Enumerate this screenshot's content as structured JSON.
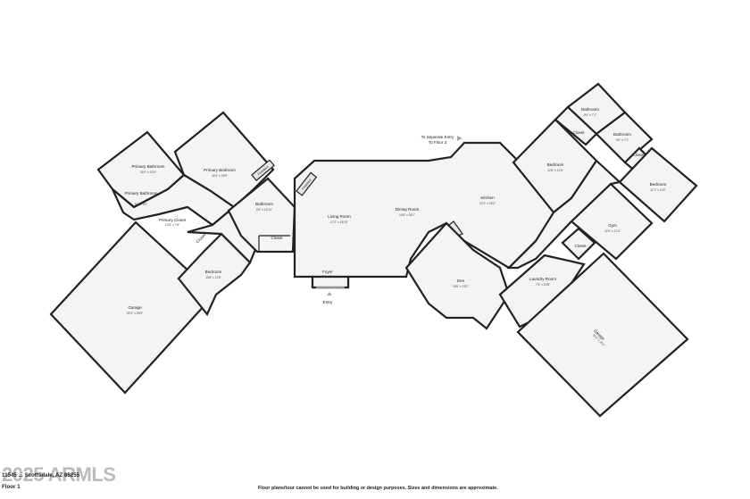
{
  "rooms": [
    {
      "id": "primary-bathroom",
      "label": "Primary Bathroom",
      "dims": "16'2\" x 13'4\""
    },
    {
      "id": "primary-bedroom",
      "label": "Primary Bedroom",
      "dims": "16'4\" x 18'9\""
    },
    {
      "id": "primary-bathroom-2",
      "label": "Primary Bathroom",
      "label_line2": "",
      "dims": "9'0\" x 5'5\""
    },
    {
      "id": "primary-closet",
      "label": "Primary Closet",
      "dims": "10'6\" x 7'6\""
    },
    {
      "id": "closet-west",
      "label": "Closet",
      "dims": ""
    },
    {
      "id": "bedroom-west",
      "label": "Bedroom",
      "dims": "13'8\" x 11'8\""
    },
    {
      "id": "garage-west",
      "label": "Garage",
      "dims": "23'4\" x 25'0\""
    },
    {
      "id": "bathroom-center",
      "label": "Bathroom",
      "dims": "8'3\" x 12'10\""
    },
    {
      "id": "closet-center",
      "label": "Closet",
      "dims": ""
    },
    {
      "id": "living-room",
      "label": "Living Room",
      "dims": "17'2\" x 18'10\""
    },
    {
      "id": "dining-room",
      "label": "Dining Room",
      "dims": "14'6\" x 26'1\""
    },
    {
      "id": "foyer",
      "label": "Foyer",
      "dims": "8'1\" x 7'0\""
    },
    {
      "id": "kitchen",
      "label": "Kitchen",
      "dims": "22'4\" x 18'2\""
    },
    {
      "id": "den",
      "label": "Den",
      "dims": "18'6\" x 15'1\""
    },
    {
      "id": "bedroom-east",
      "label": "Bedroom",
      "dims": "12'6\" x 11'5\""
    },
    {
      "id": "bathroom-east-1",
      "label": "Bathroom",
      "dims": "8'4\" x 7'1\""
    },
    {
      "id": "bathroom-east-2",
      "label": "Bathroom",
      "dims": "9'0\" x 7'1\""
    },
    {
      "id": "closet-east-1",
      "label": "Closet",
      "dims": ""
    },
    {
      "id": "closet-east-2",
      "label": "Closet",
      "dims": ""
    },
    {
      "id": "bedroom-far-east",
      "label": "Bedroom",
      "dims": "11'7\" x 11'5\""
    },
    {
      "id": "gym",
      "label": "Gym",
      "dims": "12'0\" x 11'4\""
    },
    {
      "id": "closet-gym",
      "label": "Closet",
      "dims": ""
    },
    {
      "id": "laundry-room",
      "label": "Laundry Room",
      "dims": "7'6\" x 13'8\""
    },
    {
      "id": "garage-east",
      "label": "Garage",
      "dims": "25'1\" x 25'1\""
    }
  ],
  "fireplaces": [
    "Fireplace",
    "Fireplace"
  ],
  "entry_label": "Entry",
  "separate_entry": {
    "line1": "To Separate Entry",
    "line2": "To Floor 2"
  },
  "footer": {
    "address": "11545 ... Scottsdale, AZ 85255",
    "floor": "Floor 1",
    "disclaimer": "Floor plans/tour cannot be used for building or design purposes. Sizes and dimensions are approximate.",
    "watermark": "2025 ARMLS"
  },
  "colors": {
    "wall": "#222222",
    "floor": "#f4f4f4",
    "background": "#ffffff"
  }
}
